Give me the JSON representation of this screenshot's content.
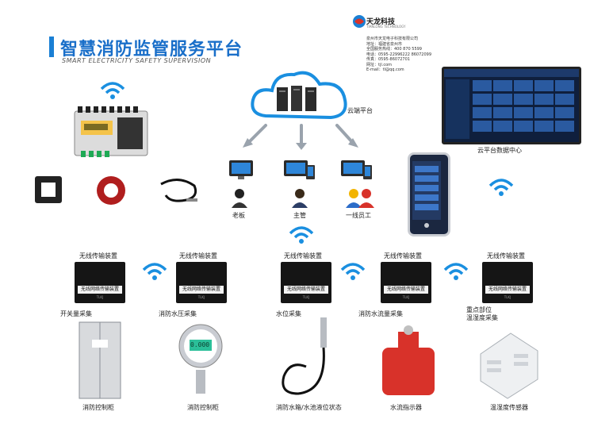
{
  "title": "智慧消防监管服务平台",
  "subtitle": "SMART ELECTRICITY SAFETY SUPERVISION",
  "brand": {
    "name": "天龙科技",
    "tagline": "TIANLONG TECHNOLOGY"
  },
  "company_info": [
    "泉州市天龙电子科技有限公司",
    "地址：福建省泉州市",
    "全国服务热线：400 870 5599",
    "电话：0595-22996222 86072099",
    "传真：0595-86072701",
    "网址：tjl.com",
    "E-mail：tl@qq.com"
  ],
  "cloud_label": "云端平台",
  "data_center_label": "云平台数据中心",
  "roles": [
    "老板",
    "主管",
    "一线员工"
  ],
  "transmitter_header": "无线传输装置",
  "transmitter_plate": "无线网络传输装置",
  "transmitter_brand": "TLKJ",
  "sensors": [
    {
      "type_label": "开关量采集",
      "caption": "消防控制柜"
    },
    {
      "type_label": "消防水压采集",
      "caption": "消防控制柜",
      "display_value": "0.000"
    },
    {
      "type_label": "水位采集",
      "caption": "消防水箱/水池液位状态"
    },
    {
      "type_label": "消防水流量采集",
      "caption": "水流指示器"
    },
    {
      "type_label": "重点部位\n温湿度采集",
      "caption": "温湿度传感器"
    }
  ],
  "colors": {
    "title": "#1a6fc9",
    "accent": "#1a7fd4",
    "wifi": "#1a8fe0",
    "extinguisher": "#d8322a"
  },
  "icons": [
    "wifi-icon",
    "cloud-icon",
    "server-icon",
    "monitor-icon",
    "phone-icon",
    "user-icon",
    "arrow-icon"
  ]
}
